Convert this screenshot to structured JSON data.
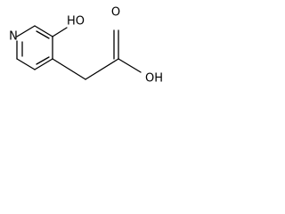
{
  "molecule": {
    "atoms": {
      "ring_nitrogen": "N",
      "hydroxyl": "HO",
      "carbonyl_oxygen": "O",
      "acid_hydroxyl": "OH"
    }
  }
}
